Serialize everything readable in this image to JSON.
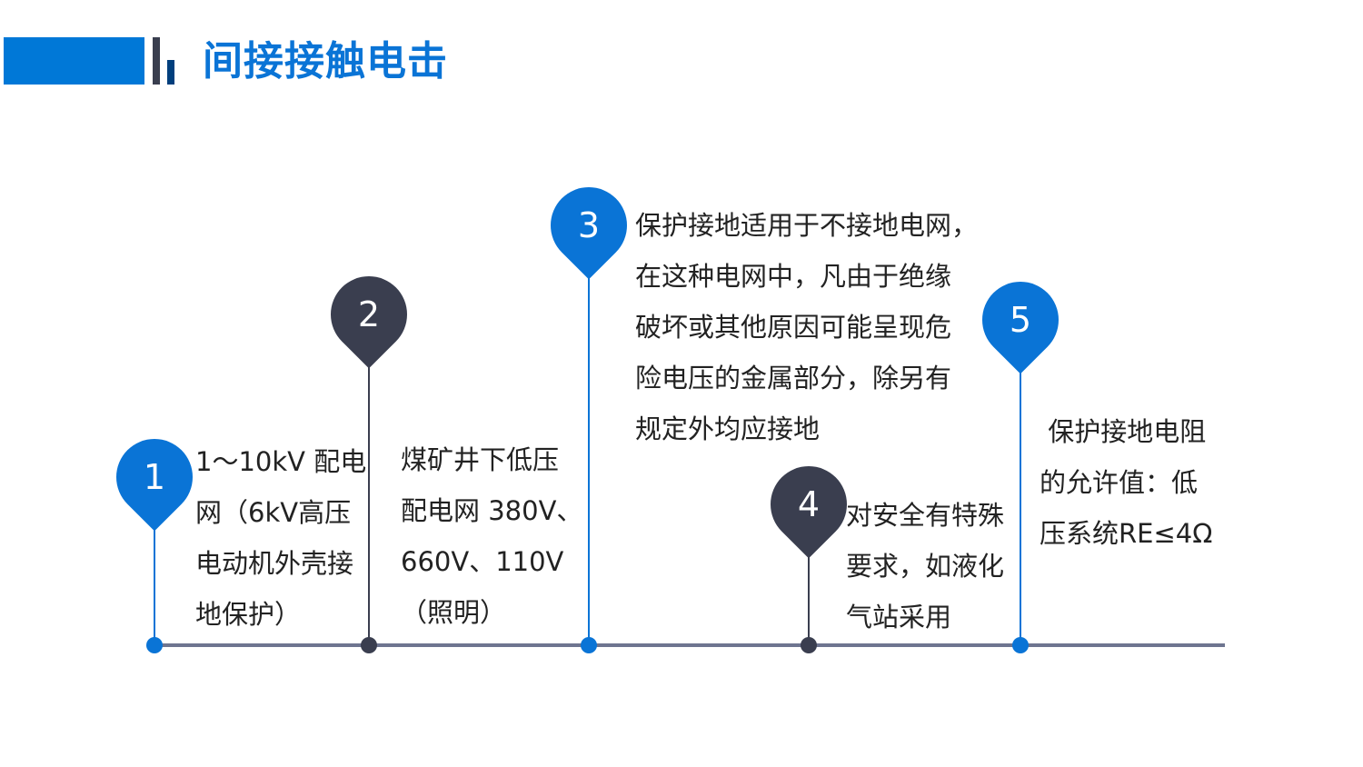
{
  "title": "间接接触电击",
  "colors": {
    "blue": "#0a74d6",
    "dark": "#3a3e4f",
    "baseline": "#6e7590"
  },
  "items": [
    {
      "number": "1",
      "lines": [
        "1～10kV 配电",
        "网（6kV高压",
        "电动机外壳接",
        "地保护）"
      ]
    },
    {
      "number": "2",
      "lines": [
        "煤矿井下低压",
        "配电网 380V、",
        "660V、110V",
        "（照明）"
      ]
    },
    {
      "number": "3",
      "lines": [
        "保护接地适用于不接地电网，",
        "在这种电网中，凡由于绝缘",
        "破坏或其他原因可能呈现危",
        "险电压的金属部分，除另有",
        "规定外均应接地"
      ]
    },
    {
      "number": "4",
      "lines": [
        "对安全有特殊",
        "要求，如液化",
        "气站采用"
      ]
    },
    {
      "number": "5",
      "lines": [
        " 保护接地电阻",
        "的允许值：低",
        "压系统RE≤4Ω"
      ]
    }
  ]
}
